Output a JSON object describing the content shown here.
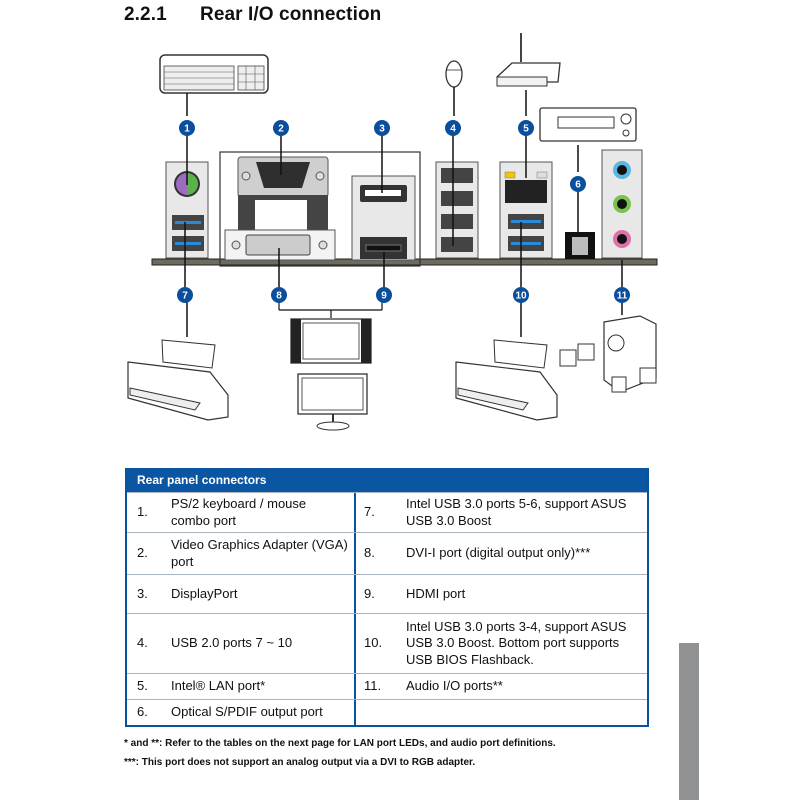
{
  "section": {
    "number": "2.2.1",
    "title": "Rear I/O connection"
  },
  "diagram": {
    "callouts": [
      "1",
      "2",
      "3",
      "4",
      "5",
      "6",
      "7",
      "8",
      "9",
      "10",
      "11"
    ],
    "devices": [
      "keyboard",
      "mouse",
      "wireless-router",
      "av-receiver",
      "printer",
      "monitors",
      "printer",
      "speaker-system"
    ],
    "badge_color": "#0b4f9c"
  },
  "table": {
    "header": "Rear panel connectors",
    "rows": [
      {
        "left": {
          "num": "1.",
          "text": "PS/2 keyboard / mouse combo port"
        },
        "right": {
          "num": "7.",
          "text": "Intel USB 3.0 ports 5-6, support ASUS USB 3.0 Boost"
        }
      },
      {
        "left": {
          "num": "2.",
          "text": "Video Graphics Adapter (VGA) port"
        },
        "right": {
          "num": "8.",
          "text": "DVI-I port (digital output only)***"
        }
      },
      {
        "left": {
          "num": "3.",
          "text": "DisplayPort"
        },
        "right": {
          "num": "9.",
          "text": "HDMI port"
        }
      },
      {
        "left": {
          "num": "4.",
          "text": "USB 2.0 ports 7 ~ 10"
        },
        "right": {
          "num": "10.",
          "text": "Intel USB 3.0 ports 3-4, support ASUS USB 3.0 Boost. Bottom port supports USB BIOS Flashback."
        }
      },
      {
        "left": {
          "num": "5.",
          "text": "Intel® LAN port*"
        },
        "right": {
          "num": "11.",
          "text": "Audio I/O ports**"
        }
      },
      {
        "left": {
          "num": "6.",
          "text": "Optical S/PDIF output port"
        },
        "right": {
          "num": "",
          "text": ""
        }
      }
    ]
  },
  "footnotes": [
    "* and **:   Refer to the tables on the next page for LAN port LEDs, and audio port definitions.",
    "***:   This port does not support an analog output via a DVI to RGB adapter."
  ],
  "colors": {
    "table_blue": "#0b56a3",
    "side_tab": "#8f9193"
  }
}
